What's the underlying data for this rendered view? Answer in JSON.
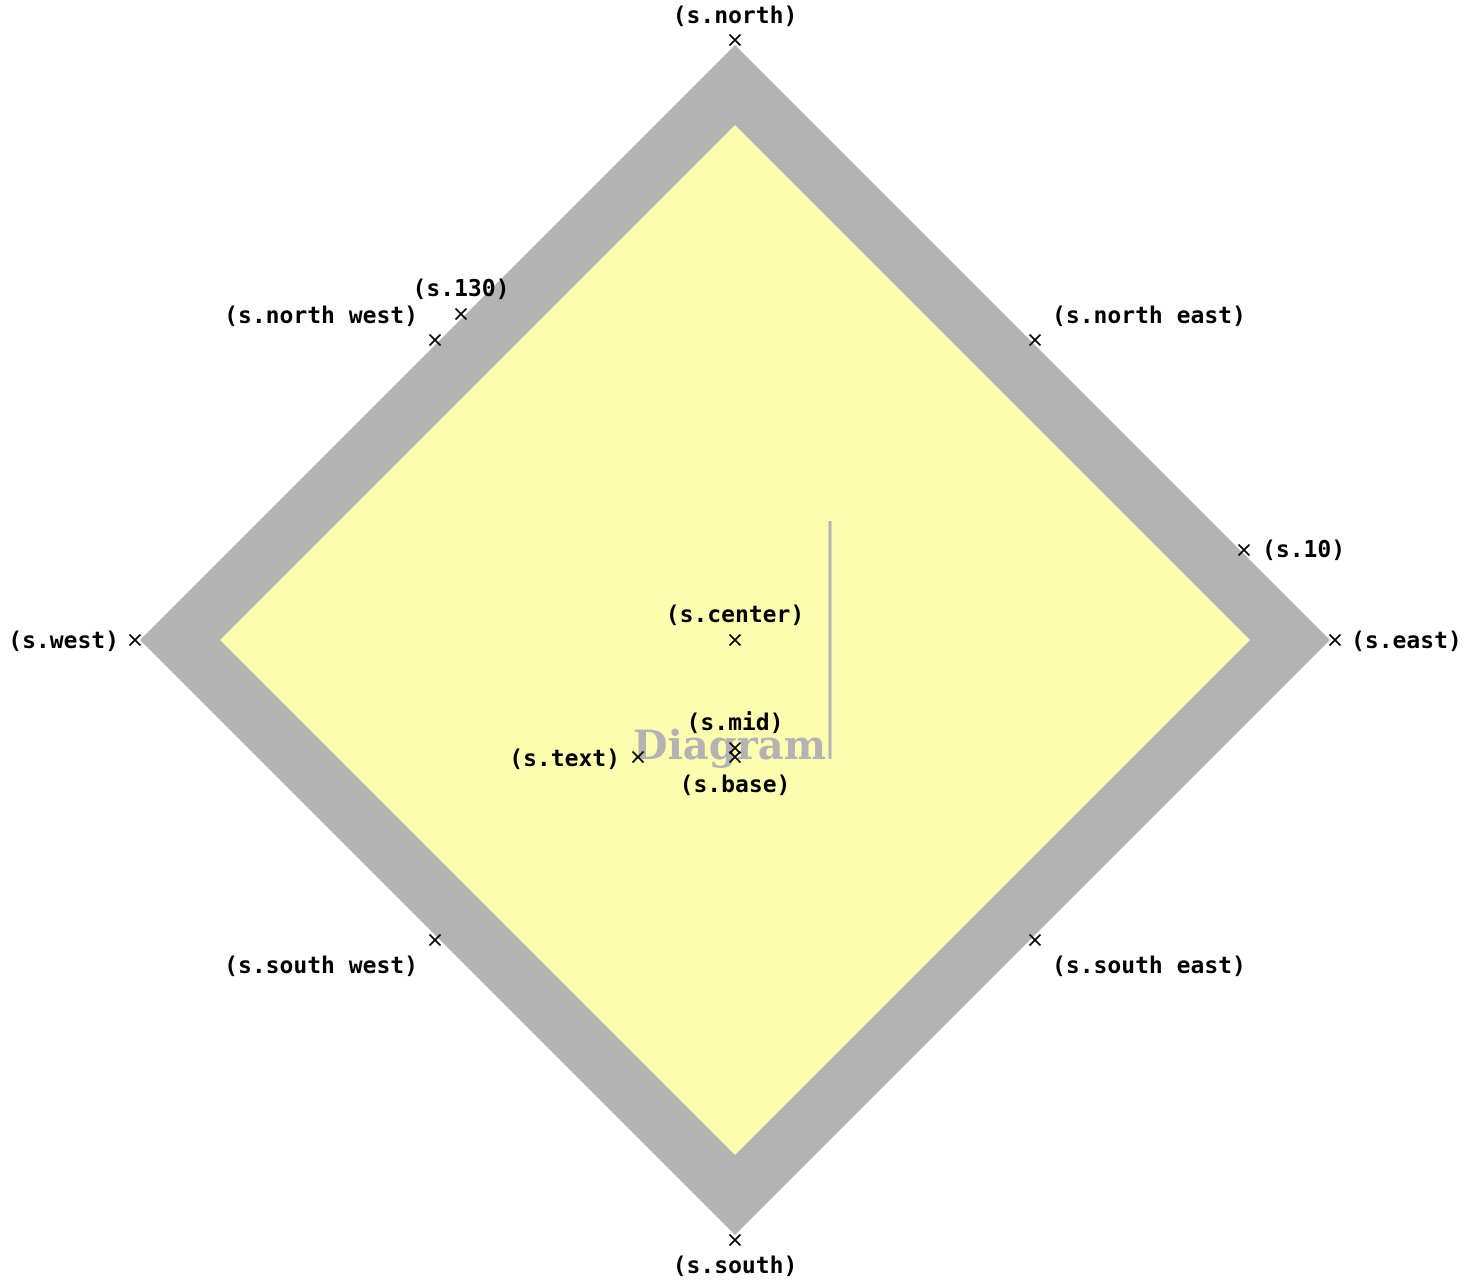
{
  "diagram": {
    "shape_text": "Diagram",
    "colors": {
      "fill": "#fdfdb0",
      "border": "#b3b3b3",
      "text": "#b3b3b3",
      "marker": "#000000"
    },
    "anchors": [
      {
        "id": "north",
        "label": "(s.north)"
      },
      {
        "id": "south",
        "label": "(s.south)"
      },
      {
        "id": "east",
        "label": "(s.east)"
      },
      {
        "id": "west",
        "label": "(s.west)"
      },
      {
        "id": "north-east",
        "label": "(s.north east)"
      },
      {
        "id": "north-west",
        "label": "(s.north west)"
      },
      {
        "id": "south-east",
        "label": "(s.south east)"
      },
      {
        "id": "south-west",
        "label": "(s.south west)"
      },
      {
        "id": "angle-130",
        "label": "(s.130)"
      },
      {
        "id": "angle-10",
        "label": "(s.10)"
      },
      {
        "id": "center",
        "label": "(s.center)"
      },
      {
        "id": "mid",
        "label": "(s.mid)"
      },
      {
        "id": "base",
        "label": "(s.base)"
      },
      {
        "id": "text",
        "label": "(s.text)"
      }
    ]
  }
}
